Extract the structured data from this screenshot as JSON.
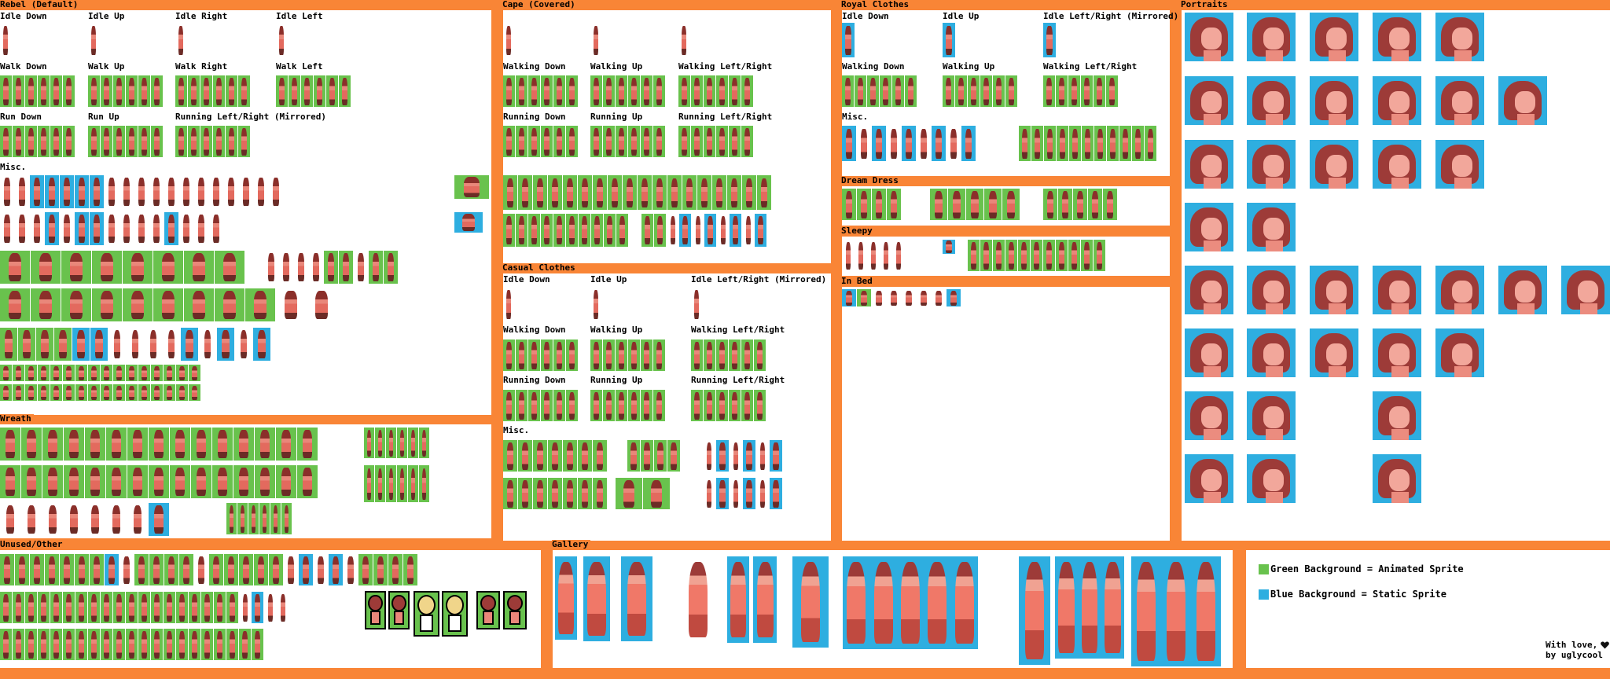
{
  "sheet": {
    "colors": {
      "background": "#f98536",
      "animated": "#69c24d",
      "static": "#2eaee0"
    },
    "sections": [
      {
        "id": "rebel",
        "title": "Rebel (Default)",
        "labels": [
          "Idle Down",
          "Idle Up",
          "Idle Right",
          "Idle Left",
          "Walk Down",
          "Walk Up",
          "Walk Right",
          "Walk Left",
          "Run Down",
          "Run Up",
          "Running Left/Right (Mirrored)",
          "Misc."
        ]
      },
      {
        "id": "cape",
        "title": "Cape (Covered)",
        "labels": [
          "Walking Down",
          "Walking Up",
          "Walking Left/Right",
          "Running Down",
          "Running Up",
          "Running Left/Right"
        ]
      },
      {
        "id": "casual",
        "title": "Casual Clothes",
        "labels": [
          "Idle Down",
          "Idle Up",
          "Idle Left/Right (Mirrored)",
          "Walking Down",
          "Walking Up",
          "Walking Left/Right",
          "Running Down",
          "Running Up",
          "Running Left/Right",
          "Misc."
        ]
      },
      {
        "id": "royal",
        "title": "Royal Clothes",
        "labels": [
          "Idle Down",
          "Idle Up",
          "Idle Left/Right (Mirrored)",
          "Walking Down",
          "Walking Up",
          "Walking Left/Right",
          "Misc."
        ]
      },
      {
        "id": "dream",
        "title": "Dream Dress",
        "labels": []
      },
      {
        "id": "sleepy",
        "title": "Sleepy",
        "labels": []
      },
      {
        "id": "inbed",
        "title": "In Bed",
        "labels": []
      },
      {
        "id": "portraits",
        "title": "Portraits",
        "labels": []
      },
      {
        "id": "wreath",
        "title": "Wreath",
        "labels": []
      },
      {
        "id": "unused",
        "title": "Unused/Other",
        "labels": []
      },
      {
        "id": "gallery",
        "title": "Gallery",
        "labels": []
      }
    ],
    "legend": {
      "animated": "Green Background = Animated Sprite",
      "static": "Blue Background = Static Sprite"
    },
    "credit": {
      "line1": "With love,",
      "line2": "by uglycool",
      "heart_icon": "heart-icon"
    }
  }
}
